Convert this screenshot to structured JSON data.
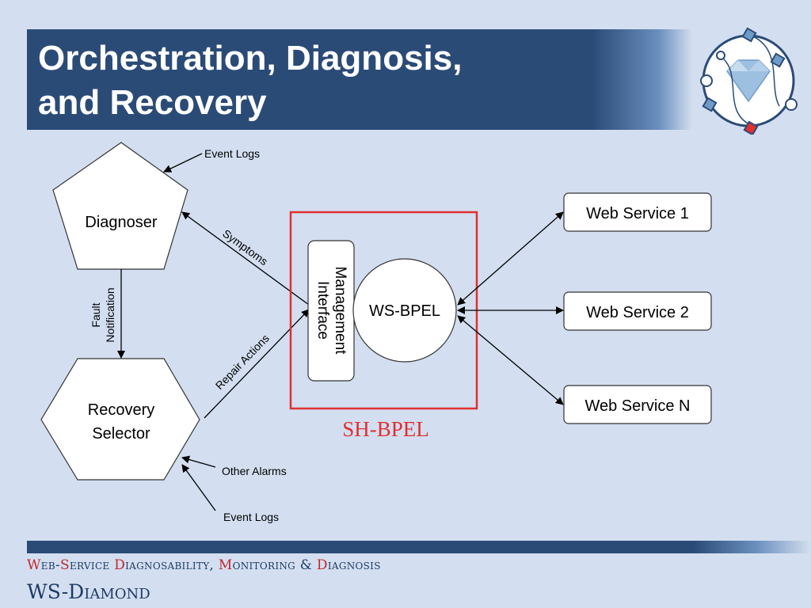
{
  "slide": {
    "title_line1": "Orchestration, Diagnosis,",
    "title_line2": "and Recovery"
  },
  "diagram": {
    "diagnoser": "Diagnoser",
    "recovery_line1": "Recovery",
    "recovery_line2": "Selector",
    "event_logs_top": "Event Logs",
    "event_logs_bottom": "Event Logs",
    "other_alarms": "Other Alarms",
    "fault_notification_line1": "Fault",
    "fault_notification_line2": "Notification",
    "symptoms": "Symptoms",
    "repair_actions": "Repair Actions",
    "management_line1": "Management",
    "management_line2": "Interface",
    "ws_bpel": "WS-BPEL",
    "sh_bpel": "SH-BPEL",
    "web_service_1": "Web Service 1",
    "web_service_2": "Web Service 2",
    "web_service_n": "Web Service N"
  },
  "footer": {
    "tagline_parts": [
      "W",
      "eb-",
      "S",
      "ervice ",
      "D",
      "iagnosability, ",
      "M",
      "onitoring & ",
      "D",
      "iagnosis"
    ],
    "brand": "WS-Diamond"
  },
  "colors": {
    "title_bar": "#2b4b77",
    "background": "#d3dff0",
    "sh_bpel_red": "#e03030",
    "accent_red": "#c0282d",
    "brand_blue": "#1f3b66"
  }
}
